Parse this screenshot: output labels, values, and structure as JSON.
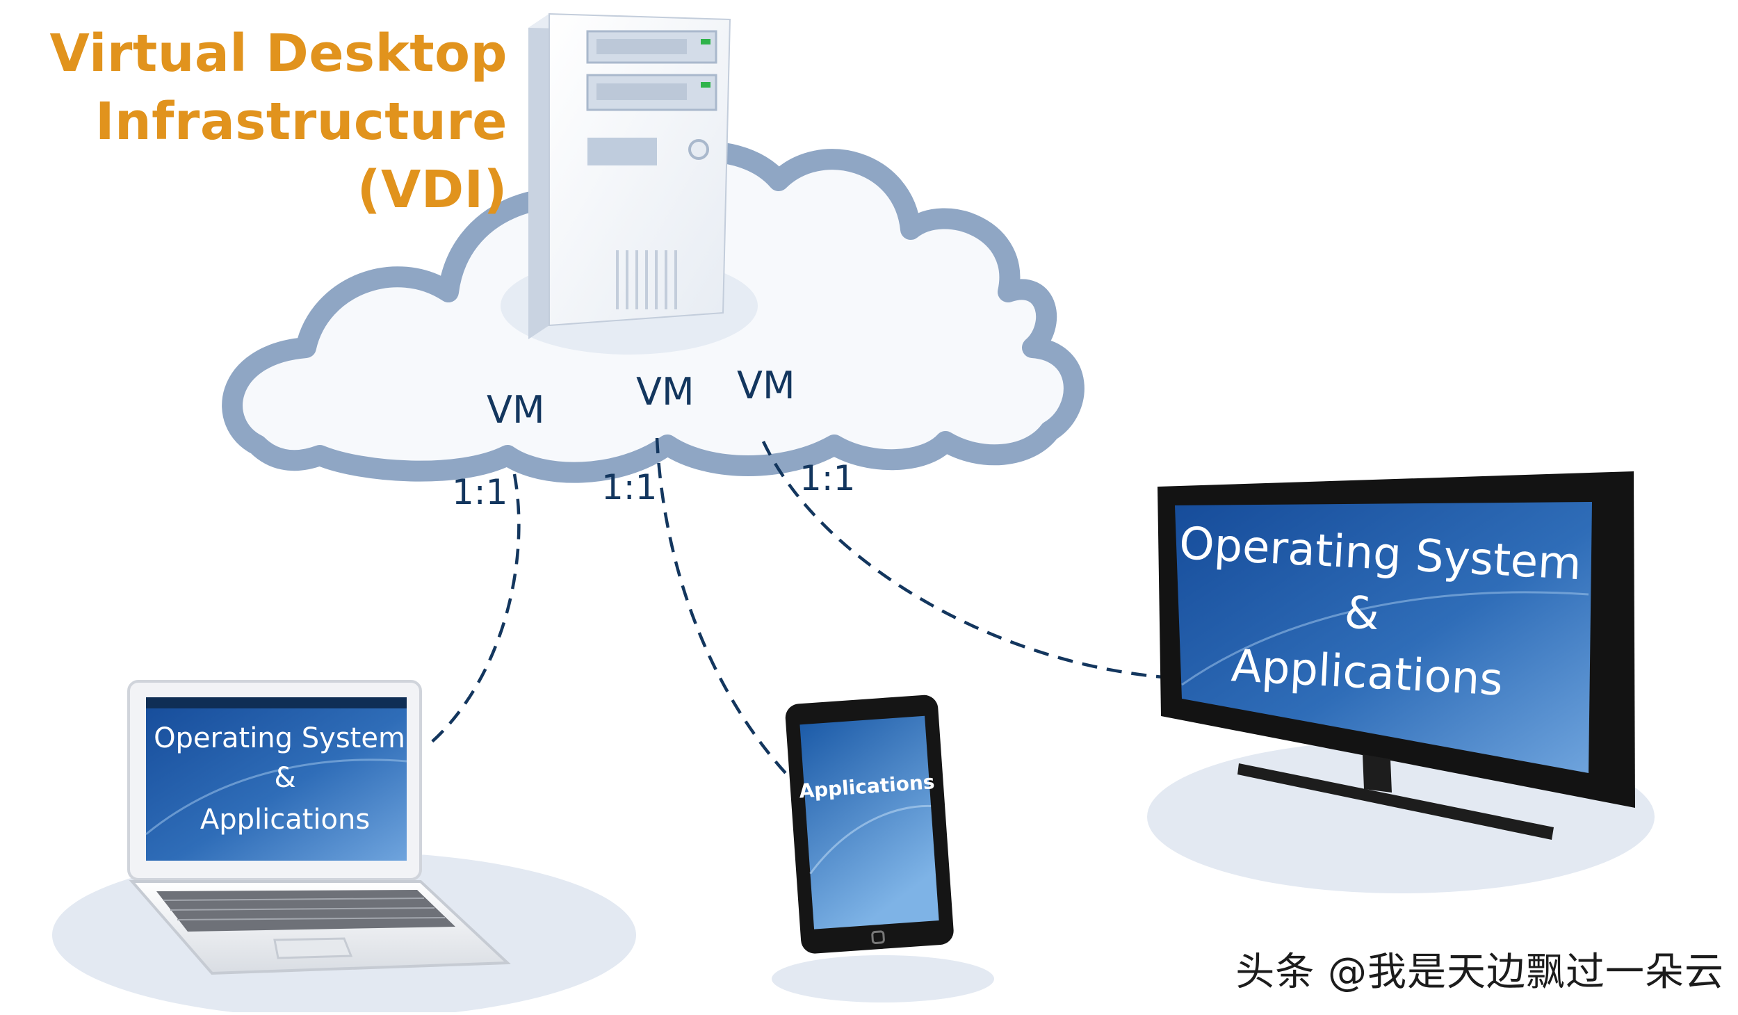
{
  "title": {
    "line1": "Virtual Desktop",
    "line2": "Infrastructure (VDI)"
  },
  "cloud": {
    "vm_labels": [
      "VM",
      "VM",
      "VM"
    ]
  },
  "connections": {
    "ratios": [
      "1:1",
      "1:1",
      "1:1"
    ]
  },
  "devices": {
    "laptop": {
      "line1": "Operating System",
      "line2": "&",
      "line3": "Applications"
    },
    "tablet": {
      "line1": "Applications"
    },
    "tv": {
      "line1": "Operating System",
      "line2": "&",
      "line3": "Applications"
    }
  },
  "watermark": "头条 @我是天边飘过一朵云",
  "colors": {
    "title": "#E1931D",
    "label_navy": "#13365E",
    "cloud_outline": "#8FA6C4",
    "cloud_fill": "#F7F9FC",
    "screen_blue": "#2F6DB8",
    "shadow": "#E3E9F2"
  }
}
